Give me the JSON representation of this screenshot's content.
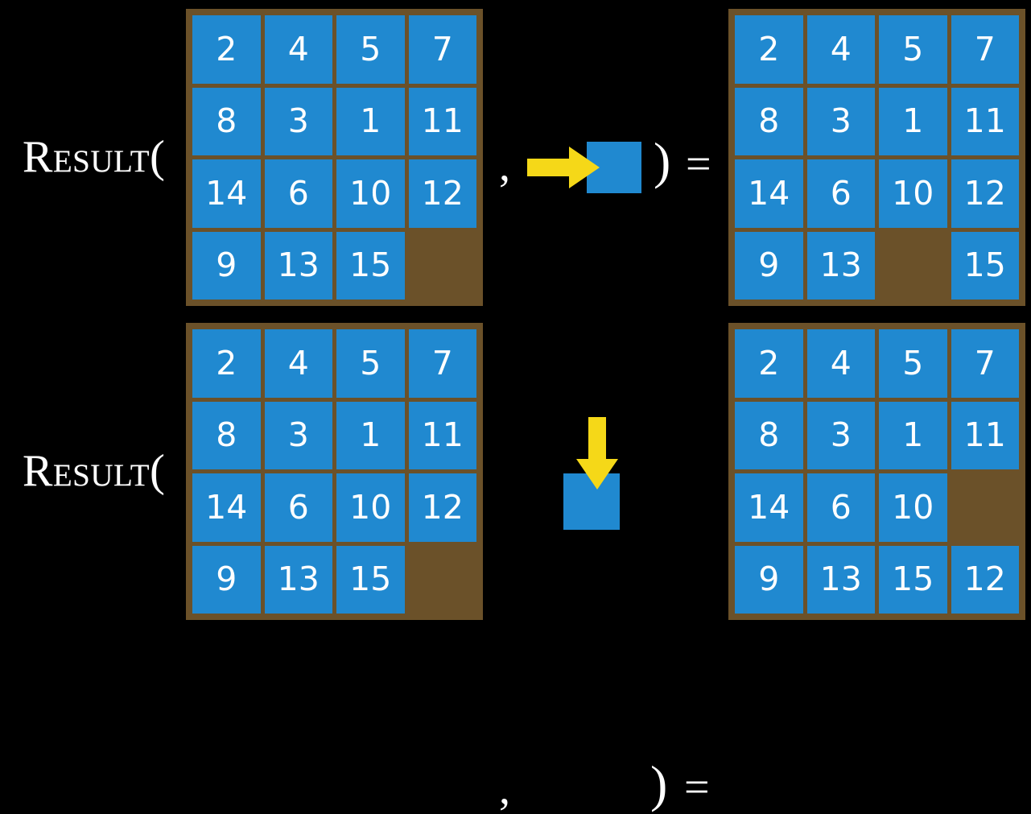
{
  "background_color": "#000000",
  "palette": {
    "board_frame": "#6b5129",
    "tile": "#2089d0",
    "tile_text": "#ffffff",
    "arrow": "#f5d818",
    "text": "#ffffff"
  },
  "labels": {
    "result": "Result(",
    "comma": ",",
    "paren_close": ")",
    "equals": "="
  },
  "rows": [
    {
      "id": "row-0",
      "label": "Result(",
      "move": {
        "direction": "right",
        "arrow_icon": "arrow-right-icon",
        "description": "slide tile right"
      },
      "input_board": {
        "name": "input-board-row-0",
        "rows": [
          [
            "2",
            "4",
            "5",
            "7"
          ],
          [
            "8",
            "3",
            "1",
            "11"
          ],
          [
            "14",
            "6",
            "10",
            "12"
          ],
          [
            "9",
            "13",
            "15",
            ""
          ]
        ]
      },
      "output_board": {
        "name": "output-board-row-0",
        "rows": [
          [
            "2",
            "4",
            "5",
            "7"
          ],
          [
            "8",
            "3",
            "1",
            "11"
          ],
          [
            "14",
            "6",
            "10",
            "12"
          ],
          [
            "9",
            "13",
            "",
            "15"
          ]
        ]
      }
    },
    {
      "id": "row-1",
      "label": "Result(",
      "move": {
        "direction": "down",
        "arrow_icon": "arrow-down-icon",
        "description": "slide tile down"
      },
      "input_board": {
        "name": "input-board-row-1",
        "rows": [
          [
            "2",
            "4",
            "5",
            "7"
          ],
          [
            "8",
            "3",
            "1",
            "11"
          ],
          [
            "14",
            "6",
            "10",
            "12"
          ],
          [
            "9",
            "13",
            "15",
            ""
          ]
        ]
      },
      "output_board": {
        "name": "output-board-row-1",
        "rows": [
          [
            "2",
            "4",
            "5",
            "7"
          ],
          [
            "8",
            "3",
            "1",
            "11"
          ],
          [
            "14",
            "6",
            "10",
            ""
          ],
          [
            "9",
            "13",
            "15",
            "12"
          ]
        ]
      }
    }
  ]
}
